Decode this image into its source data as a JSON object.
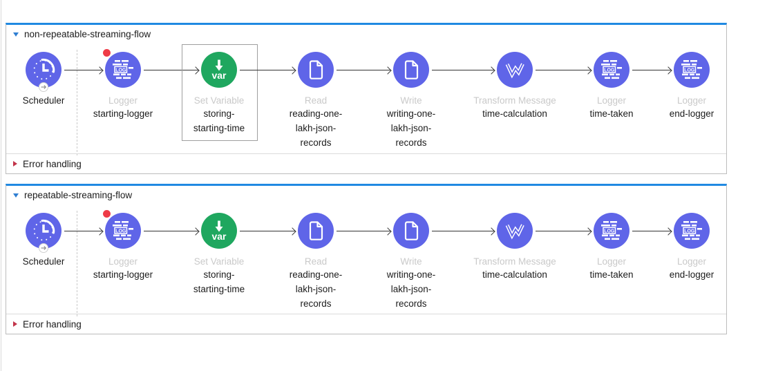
{
  "colors": {
    "flow_accent_top": "#2089e2",
    "indigo_component": "#5f65e8",
    "green_component": "#1fa75f",
    "breakpoint_red": "#ee3b47",
    "error_triangle_red": "#c23349",
    "header_triangle_blue": "#2e7ed2",
    "type_label_gray": "#c9c9c9"
  },
  "flows": [
    {
      "title": "non-repeatable-streaming-flow",
      "error_label": "Error handling",
      "steps": [
        {
          "name": "Scheduler",
          "icon": "scheduler-icon",
          "palette": "indigo",
          "badge": true
        },
        {
          "type_label": "Logger",
          "name": "starting-logger",
          "icon": "logger-icon",
          "palette": "indigo",
          "breakpoint": true
        },
        {
          "type_label": "Set Variable",
          "name": "storing-\nstarting-time",
          "icon": "set-variable-icon",
          "palette": "green",
          "selected": true
        },
        {
          "type_label": "Read",
          "name": "reading-one-\nlakh-json-\nrecords",
          "icon": "document-icon",
          "palette": "indigo"
        },
        {
          "type_label": "Write",
          "name": "writing-one-\nlakh-json-\nrecords",
          "icon": "document-icon",
          "palette": "indigo"
        },
        {
          "type_label": "Transform Message",
          "name": "time-calculation",
          "icon": "dataweave-icon",
          "palette": "indigo"
        },
        {
          "type_label": "Logger",
          "name": "time-taken",
          "icon": "logger-icon",
          "palette": "indigo"
        },
        {
          "type_label": "Logger",
          "name": "end-logger",
          "icon": "logger-icon",
          "palette": "indigo"
        }
      ]
    },
    {
      "title": "repeatable-streaming-flow",
      "error_label": "Error handling",
      "steps": [
        {
          "name": "Scheduler",
          "icon": "scheduler-icon",
          "palette": "indigo",
          "badge": true
        },
        {
          "type_label": "Logger",
          "name": "starting-logger",
          "icon": "logger-icon",
          "palette": "indigo",
          "breakpoint": true
        },
        {
          "type_label": "Set Variable",
          "name": "storing-\nstarting-time",
          "icon": "set-variable-icon",
          "palette": "green"
        },
        {
          "type_label": "Read",
          "name": "reading-one-\nlakh-json-\nrecords",
          "icon": "document-icon",
          "palette": "indigo"
        },
        {
          "type_label": "Write",
          "name": "writing-one-\nlakh-json-\nrecords",
          "icon": "document-icon",
          "palette": "indigo"
        },
        {
          "type_label": "Transform Message",
          "name": "time-calculation",
          "icon": "dataweave-icon",
          "palette": "indigo"
        },
        {
          "type_label": "Logger",
          "name": "time-taken",
          "icon": "logger-icon",
          "palette": "indigo"
        },
        {
          "type_label": "Logger",
          "name": "end-logger",
          "icon": "logger-icon",
          "palette": "indigo"
        }
      ]
    }
  ]
}
